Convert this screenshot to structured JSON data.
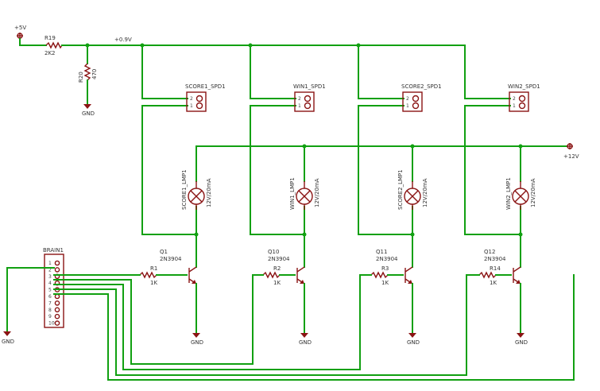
{
  "rails": {
    "p5v": "+5V",
    "p09v": "+0.9V",
    "p12v": "+12V",
    "gnd": "GND"
  },
  "r19": {
    "ref": "R19",
    "value": "2K2"
  },
  "r20": {
    "ref": "R20",
    "value": "470"
  },
  "connector": {
    "ref": "BRAIN1",
    "pins": [
      "1",
      "2",
      "3",
      "4",
      "5",
      "6",
      "7",
      "8",
      "9",
      "10"
    ]
  },
  "channels": [
    {
      "switch": "SCORE1_SPD1",
      "lamp": "SCORE1_LMP1",
      "lamp_rating": "12V/20mA",
      "transistor": "Q1",
      "part": "2N3904",
      "resistor": "R1",
      "res_value": "1K"
    },
    {
      "switch": "WIN1_SPD1",
      "lamp": "WIN1_LMP1",
      "lamp_rating": "12V/20mA",
      "transistor": "Q10",
      "part": "2N3904",
      "resistor": "R2",
      "res_value": "1K"
    },
    {
      "switch": "SCORE2_SPD1",
      "lamp": "SCORE2_LMP1",
      "lamp_rating": "12V/20mA",
      "transistor": "Q11",
      "part": "2N3904",
      "resistor": "R3",
      "res_value": "1K"
    },
    {
      "switch": "WIN2_SPD1",
      "lamp": "WIN2_LMP1",
      "lamp_rating": "12V/20mA",
      "transistor": "Q12",
      "part": "2N3904",
      "resistor": "R14",
      "res_value": "1K"
    }
  ],
  "switch_pins": [
    "1",
    "2"
  ],
  "colors": {
    "wire": "#11a011",
    "part": "#8a1414",
    "text": "#333333"
  }
}
